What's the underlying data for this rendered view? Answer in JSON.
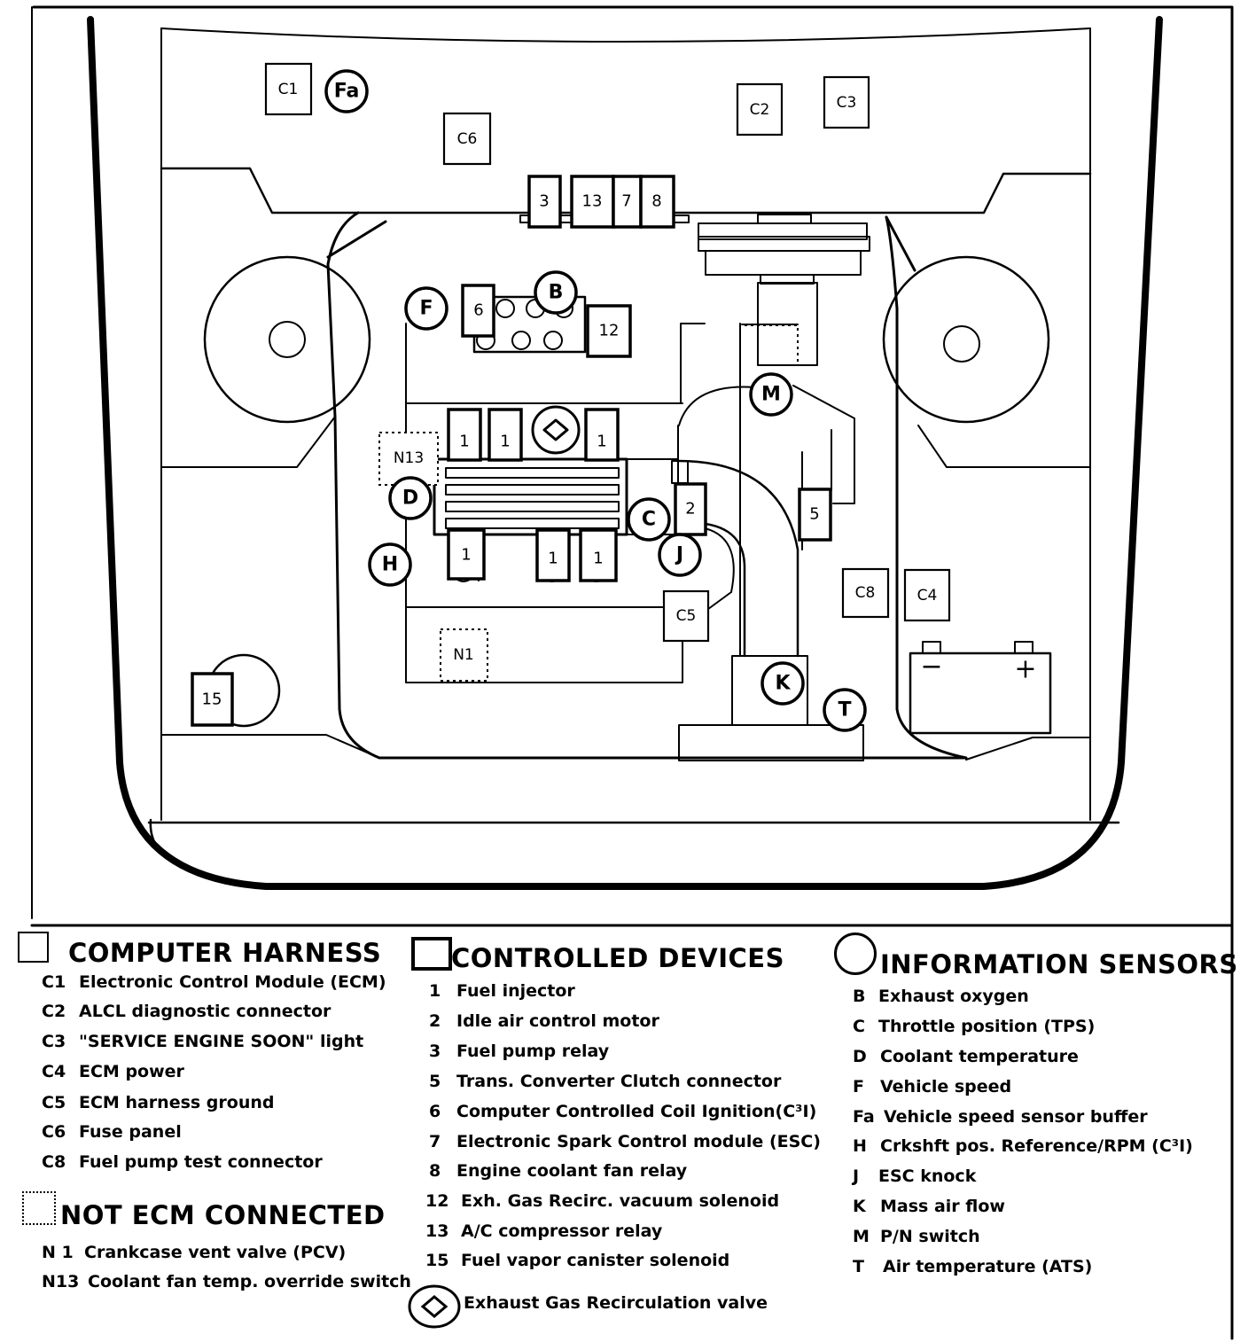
{
  "diagram": {
    "labels": {
      "c1": "C1",
      "c2": "C2",
      "c3": "C3",
      "c4": "C4",
      "c5": "C5",
      "c6": "C6",
      "c8": "C8",
      "fa": "Fa",
      "b": "B",
      "c": "C",
      "d": "D",
      "f": "F",
      "h": "H",
      "j": "J",
      "k": "K",
      "m": "M",
      "t": "T",
      "r3": "3",
      "r13": "13",
      "r7": "7",
      "r8": "8",
      "r6": "6",
      "r12": "12",
      "r2": "2",
      "r5": "5",
      "r15": "15",
      "inj": "1",
      "n13": "N13",
      "n1": "N1",
      "minus": "−",
      "plus": "+"
    }
  },
  "legend": {
    "computer_harness": {
      "title": "COMPUTER HARNESS",
      "items": [
        {
          "code": "C1",
          "desc": "Electronic Control Module (ECM)"
        },
        {
          "code": "C2",
          "desc": "ALCL diagnostic connector"
        },
        {
          "code": "C3",
          "desc": "\"SERVICE ENGINE SOON\" light"
        },
        {
          "code": "C4",
          "desc": "ECM power"
        },
        {
          "code": "C5",
          "desc": "ECM harness ground"
        },
        {
          "code": "C6",
          "desc": "Fuse panel"
        },
        {
          "code": "C8",
          "desc": "Fuel pump test connector"
        }
      ]
    },
    "not_ecm_connected": {
      "title": "NOT ECM CONNECTED",
      "items": [
        {
          "code": "N 1",
          "desc": "Crankcase vent  valve (PCV)"
        },
        {
          "code": "N13",
          "desc": "Coolant fan temp. override switch"
        }
      ]
    },
    "controlled_devices": {
      "title": "CONTROLLED DEVICES",
      "items": [
        {
          "code": "1",
          "desc": "Fuel injector"
        },
        {
          "code": "2",
          "desc": "Idle air control motor"
        },
        {
          "code": "3",
          "desc": "Fuel pump relay"
        },
        {
          "code": "5",
          "desc": "Trans. Converter Clutch connector"
        },
        {
          "code": "6",
          "desc": "Computer Controlled Coil Ignition(C³I)"
        },
        {
          "code": "7",
          "desc": "Electronic Spark Control module (ESC)"
        },
        {
          "code": "8",
          "desc": "Engine coolant fan relay"
        },
        {
          "code": "12",
          "desc": "Exh. Gas Recirc. vacuum solenoid"
        },
        {
          "code": "13",
          "desc": "A/C compressor relay"
        },
        {
          "code": "15",
          "desc": "Fuel vapor canister solenoid"
        }
      ],
      "egr_note": "Exhaust Gas Recirculation valve"
    },
    "information_sensors": {
      "title": "INFORMATION SENSORS",
      "items": [
        {
          "code": "B",
          "desc": "Exhaust oxygen"
        },
        {
          "code": "C",
          "desc": "Throttle position (TPS)"
        },
        {
          "code": "D",
          "desc": "Coolant temperature"
        },
        {
          "code": "F",
          "desc": "Vehicle speed"
        },
        {
          "code": "Fa",
          "desc": "Vehicle speed sensor buffer"
        },
        {
          "code": "H",
          "desc": "Crkshft pos. Reference/RPM (C³I)"
        },
        {
          "code": "J",
          "desc": "ESC knock"
        },
        {
          "code": "K",
          "desc": "Mass air flow"
        },
        {
          "code": "M",
          "desc": "P/N switch"
        },
        {
          "code": "T",
          "desc": "Air temperature (ATS)"
        }
      ]
    }
  }
}
